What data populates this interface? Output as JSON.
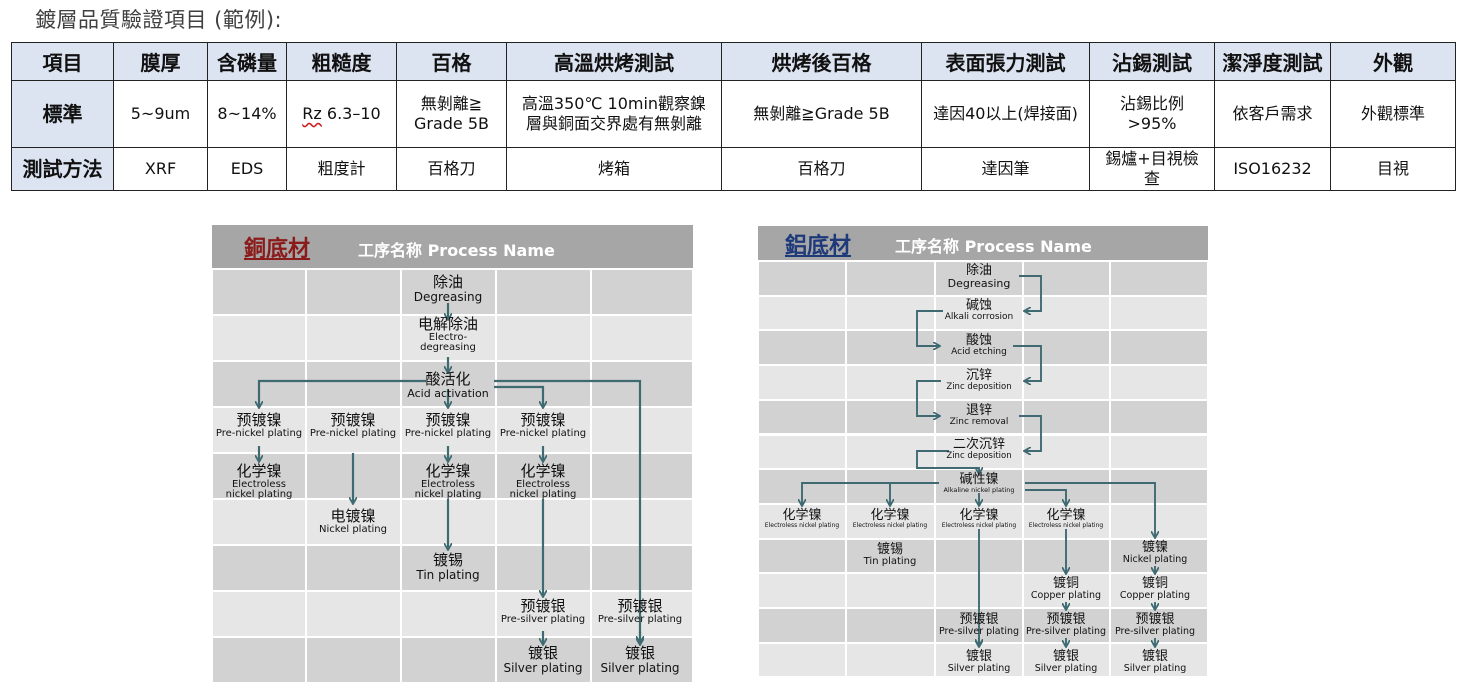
{
  "title": "鍍層品質驗證項目 (範例):",
  "spec_table": {
    "headers": [
      "項目",
      "膜厚",
      "含磷量",
      "粗糙度",
      "百格",
      "高溫烘烤測試",
      "烘烤後百格",
      "表面張力測試",
      "沾錫測試",
      "潔淨度測試",
      "外觀"
    ],
    "standard_row": [
      "標準",
      "5~9um",
      "8~14%",
      "Rz 6.3–10",
      "無剝離≧\nGrade 5B",
      "高溫350℃ 10min觀察鎳\n層與銅面交界處有無剝離",
      "無剝離≧Grade 5B",
      "達因40以上(焊接面)",
      "沾錫比例\n>95%",
      "依客戶需求",
      "外觀標準"
    ],
    "method_row": [
      "測試方法",
      "XRF",
      "EDS",
      "粗度計",
      "百格刀",
      "烤箱",
      "百格刀",
      "達因筆",
      "錫爐+目視檢\n查",
      "ISO16232",
      "目視"
    ]
  },
  "copper_panel": {
    "heading": "銅底材",
    "subheading": "工序名称 Process Name",
    "heading_color": "#8b1a1a",
    "nodes": [
      {
        "cn": "除油",
        "en": "Degreasing"
      },
      {
        "cn": "电解除油",
        "en": "Electro-\ndegreasing"
      },
      {
        "cn": "酸活化",
        "en": "Acid activation"
      },
      {
        "cn": "预镀镍",
        "en": "Pre-nickel plating"
      },
      {
        "cn": "预镀镍",
        "en": "Pre-nickel plating"
      },
      {
        "cn": "预镀镍",
        "en": "Pre-nickel plating"
      },
      {
        "cn": "预镀镍",
        "en": "Pre-nickel plating"
      },
      {
        "cn": "化学镍",
        "en": "Electroless\nnickel plating"
      },
      {
        "cn": "化学镍",
        "en": "Electroless\nnickel plating"
      },
      {
        "cn": "化学镍",
        "en": "Electroless\nnickel plating"
      },
      {
        "cn": "电镀镍",
        "en": "Nickel plating"
      },
      {
        "cn": "镀锡",
        "en": "Tin plating"
      },
      {
        "cn": "预镀银",
        "en": "Pre-silver plating"
      },
      {
        "cn": "预镀银",
        "en": "Pre-silver plating"
      },
      {
        "cn": "镀银",
        "en": "Silver plating"
      },
      {
        "cn": "镀银",
        "en": "Silver plating"
      }
    ]
  },
  "aluminum_panel": {
    "heading": "鋁底材",
    "subheading": "工序名称 Process Name",
    "heading_color": "#1f3a7a",
    "nodes": [
      {
        "cn": "除油",
        "en": "Degreasing"
      },
      {
        "cn": "碱蚀",
        "en": "Alkali corrosion"
      },
      {
        "cn": "酸蚀",
        "en": "Acid etching"
      },
      {
        "cn": "沉锌",
        "en": "Zinc deposition"
      },
      {
        "cn": "退锌",
        "en": "Zinc removal"
      },
      {
        "cn": "二次沉锌",
        "en": "Zinc deposition"
      },
      {
        "cn": "碱性镍",
        "en": "Alkaline nickel plating"
      },
      {
        "cn": "化学镍",
        "en": "Electroless nickel plating"
      },
      {
        "cn": "化学镍",
        "en": "Electroless nickel plating"
      },
      {
        "cn": "化学镍",
        "en": "Electroless nickel plating"
      },
      {
        "cn": "化学镍",
        "en": "Electroless nickel plating"
      },
      {
        "cn": "镀锡",
        "en": "Tin plating"
      },
      {
        "cn": "镀镍",
        "en": "Nickel plating"
      },
      {
        "cn": "镀铜",
        "en": "Copper plating"
      },
      {
        "cn": "镀铜",
        "en": "Copper plating"
      },
      {
        "cn": "预镀银",
        "en": "Pre-silver plating"
      },
      {
        "cn": "预镀银",
        "en": "Pre-silver plating"
      },
      {
        "cn": "预镀银",
        "en": "Pre-silver plating"
      },
      {
        "cn": "镀银",
        "en": "Silver plating"
      },
      {
        "cn": "镀银",
        "en": "Silver plating"
      },
      {
        "cn": "镀银",
        "en": "Silver plating"
      }
    ]
  },
  "colors": {
    "table_header_bg": "#dde4f1",
    "arrow_color": "#3f6a72",
    "panel_header_bg": "#a6a6a6",
    "grid_light": "#e6e6e6",
    "grid_dark": "#d2d2d2"
  }
}
